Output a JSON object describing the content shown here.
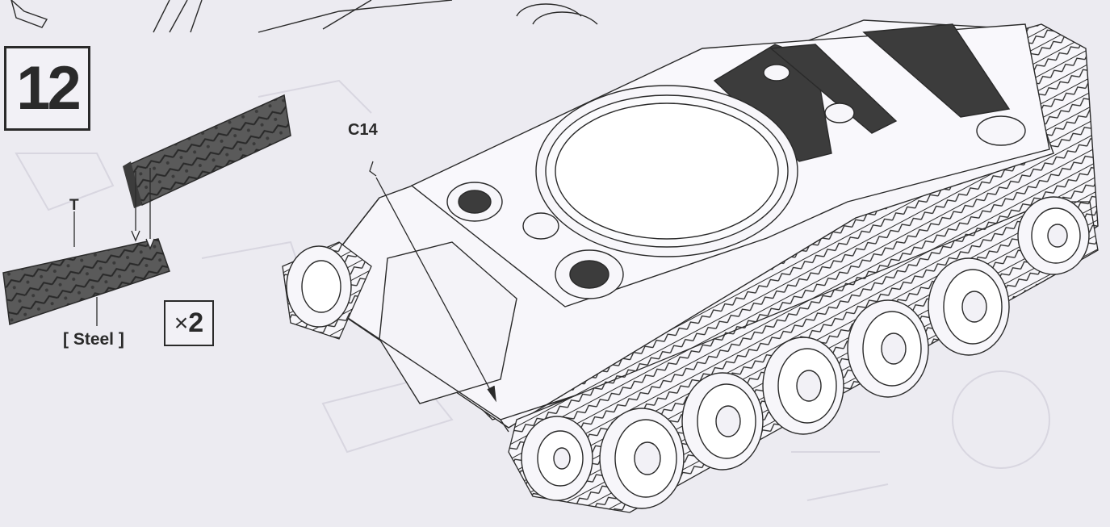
{
  "step": {
    "number": "12"
  },
  "track": {
    "part_label": "T",
    "material": "[ Steel ]"
  },
  "quantity": {
    "symbol": "×",
    "count": "2"
  },
  "callout": {
    "part": "C14"
  },
  "colors": {
    "ink": "#2a2a2a",
    "paper": "#ecebf1",
    "track_fill": "#555555",
    "hull_fill": "#f7f6fa"
  },
  "illustration": {
    "subject": "tank-hull-with-tracks-and-road-wheels"
  }
}
